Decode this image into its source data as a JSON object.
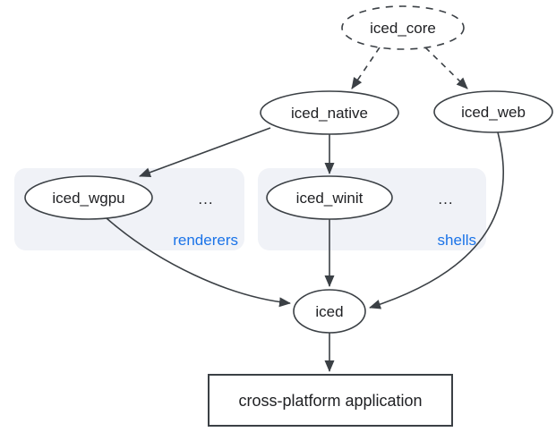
{
  "diagram": {
    "nodes": {
      "iced_core": {
        "label": "iced_core",
        "shape": "ellipse",
        "border": "dashed"
      },
      "iced_native": {
        "label": "iced_native",
        "shape": "ellipse",
        "border": "solid"
      },
      "iced_web": {
        "label": "iced_web",
        "shape": "ellipse",
        "border": "solid"
      },
      "iced_wgpu": {
        "label": "iced_wgpu",
        "shape": "ellipse",
        "border": "solid"
      },
      "iced_winit": {
        "label": "iced_winit",
        "shape": "ellipse",
        "border": "solid"
      },
      "iced": {
        "label": "iced",
        "shape": "ellipse",
        "border": "solid"
      },
      "app": {
        "label": "cross-platform application",
        "shape": "rect",
        "border": "solid"
      }
    },
    "groups": {
      "renderers": {
        "label": "renderers",
        "more": "...",
        "contains": [
          "iced_wgpu"
        ]
      },
      "shells": {
        "label": "shells",
        "more": "...",
        "contains": [
          "iced_winit"
        ]
      }
    },
    "edges": [
      {
        "from": "iced_core",
        "to": "iced_native",
        "style": "dashed"
      },
      {
        "from": "iced_core",
        "to": "iced_web",
        "style": "dashed"
      },
      {
        "from": "iced_native",
        "to": "iced_wgpu",
        "style": "solid"
      },
      {
        "from": "iced_native",
        "to": "iced_winit",
        "style": "solid"
      },
      {
        "from": "iced_wgpu",
        "to": "iced",
        "style": "solid"
      },
      {
        "from": "iced_winit",
        "to": "iced",
        "style": "solid"
      },
      {
        "from": "iced_web",
        "to": "iced",
        "style": "solid"
      },
      {
        "from": "iced",
        "to": "app",
        "style": "solid"
      }
    ],
    "colors": {
      "stroke": "#3b4045",
      "text": "#202124",
      "node_fill": "#ffffff",
      "group_fill": "#f0f2f7",
      "group_label": "#1a73e8",
      "background": "#ffffff"
    }
  }
}
